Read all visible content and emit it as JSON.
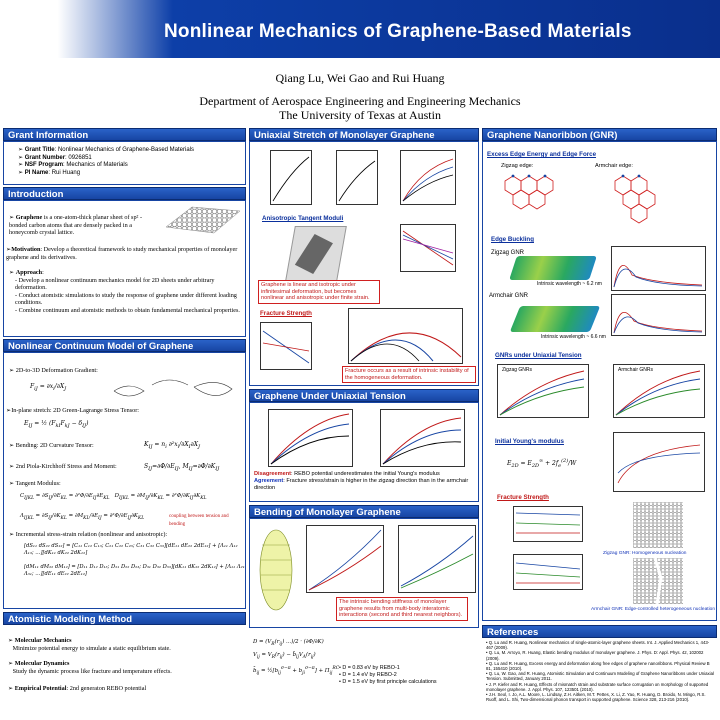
{
  "header": {
    "title": "Nonlinear Mechanics of Graphene-Based Materials",
    "authors": "Qiang Lu, Wei Gao and Rui Huang",
    "dept1": "Department of Aerospace Engineering and Engineering Mechanics",
    "dept2": "The University of Texas at Austin"
  },
  "sections": {
    "grant": "Grant Information",
    "intro": "Introduction",
    "continuum": "Nonlinear Continuum Model of Graphene",
    "atomistic": "Atomistic Modeling Method",
    "uniaxial": "Uniaxial Stretch of Monolayer Graphene",
    "under_uniaxial": "Graphene Under Uniaxial Tension",
    "bending": "Bending of Monolayer Graphene",
    "gnr": "Graphene Nanoribbon (GNR)",
    "references": "References"
  },
  "grant": {
    "items": [
      {
        "k": "Grant Title",
        "v": ": Nonlinear Mechanics of Graphene-Based Materials"
      },
      {
        "k": "Grant Number",
        "v": ": 0926851"
      },
      {
        "k": "NSF Program",
        "v": ": Mechanics of Materials"
      },
      {
        "k": "PI Name",
        "v": ": Rui Huang"
      }
    ]
  },
  "intro": {
    "graphene_k": "Graphene",
    "graphene_v": " is a one-atom-thick planar sheet of sp² -bonded carbon atoms that are densely packed in a honeycomb crystal lattice.",
    "motivation_k": "Motivation",
    "motivation_v": ": Develop a theoretical framework to study mechanical properties of monolayer graphene and its derivatives.",
    "approach_k": "Approach",
    "approach_items": [
      "- Develop a nonlinear continuum mechanics model for 2D sheets under arbitrary deformation.",
      "- Conduct atomistic simulations to study the response of graphene under different loading conditions.",
      "- Combine continuum and atomistic methods to obtain fundamental mechanical properties."
    ]
  },
  "continuum": {
    "grad": "2D-to-3D Deformation Gradient:",
    "strain": "In-plane stretch: 2D Green-Lagrange Stress Tensor:",
    "bending": "Bending: 2D Curvature Tensor:",
    "pk": "2nd Piola-Kirchhoff Stress and Moment:",
    "tangent": "Tangent Modulus:",
    "coupling": "coupling between tension and bending",
    "incremental": "Incremental stress-strain relation (nonlinear and anisotropic):"
  },
  "atomistic": {
    "mm_k": "Molecular Mechanics",
    "mm_v": "Minimize potential energy to simulate a static equilibrium state.",
    "md_k": "Molecular Dynamics",
    "md_v": "Study the dynamic process like fracture and temperature effects.",
    "ep_k": "Empirical Potential",
    "ep_v": ": 2nd generaton REBO potential",
    "params": [
      "D = 0.83 eV by REBO-1",
      "D = 1.4 eV by REBO-2",
      "D = 1.5 eV by first principle calculations"
    ]
  },
  "uniaxial": {
    "aniso": "Anisotropic Tangent Moduli",
    "note1": "Graphene is linear and isotropic under infinitesimal deformation, but becomes nonlinear and anisotropic under finite strain.",
    "fracture": "Fracture Strength",
    "note2": "Fracture occurs as a result of intrinsic instability of the homogeneous deformation."
  },
  "under_uniaxial": {
    "disagree_k": "Disagreement",
    "disagree_v": ": REBO potential underestimates the initial Young's modulus",
    "agree_k": "Agreement",
    "agree_v": ": Fracture stress/strain is higher in the zigzag direction than in the armchair direction"
  },
  "bending": {
    "note": "The intrinsic bending stiffness of monolayer graphene results from multi-body interatomic interactions (second and third nearest neighbors)."
  },
  "gnr": {
    "edge_energy": "Excess Edge Energy and Edge Force",
    "zigzag_edge": "Zigzag edge:",
    "armchair_edge": "Armchair edge:",
    "edge_buckling": "Edge Buckling",
    "zigzag_gnr": "Zigzag GNR",
    "armchair_gnr": "Armchair GNR",
    "wl1": "Intrinsic wavelength ~ 6.2 nm",
    "wl2": "Intrinsic wavelength ~ 6.6 nm",
    "tension": "GNRs under Uniaxial Tension",
    "zz_gnrs": "Zigzag GNRs",
    "ac_gnrs": "Armchair GNRs",
    "young": "Initial Young's modulus",
    "fracture": "Fracture Strength",
    "cap1": "Zigzag GNR: Homogeneous nucleation",
    "cap2": "Armchair GNR: Edge-controlled heterogeneous nucleation"
  },
  "references": [
    "Q. Lu and R. Huang, Nonlinear mechanics of single-atomic-layer graphene sheets. Int. J. Applied Mechanics 1, 443-467 (2009).",
    "Q. Lu, M. Arroyo, R. Huang, Elastic bending modulus of monolayer graphene. J. Phys. D: Appl. Phys. 42, 102002 (2009).",
    "Q. Lu and R. Huang, Excess energy and deformation along free edges of graphene nanoribbons. Physical Review B 81, 155410 (2010).",
    "Q. Lu, W. Gao, and R. Huang, Atomistic Simulation and Continuum Modeling of Graphene Nanoribbons under Uniaxial Tension. Submitted, January 2011.",
    "J. P. Kiefer and R. Huang, Effects of mismatch strain and substrate surface corrugation on morphology of supported monolayer graphene. J. Appl. Phys. 107, 123501 (2010).",
    "J.H. Seol, I. Jo, A.L. Moore, L. Lindsay, Z.H. Aitken, M.T. Pettes, X. Li, Z. Yao, R. Huang, D. Broido, N. Mingo, R.S. Ruoff, and L. Shi, Two-dimensional phonon transport in supported graphene. Science 328, 213-216 (2010)."
  ],
  "colors": {
    "banner": "#0d3fa8",
    "section": "#1745a3",
    "accent_red": "#c01818",
    "subhead_blue": "#0a2f9c"
  }
}
